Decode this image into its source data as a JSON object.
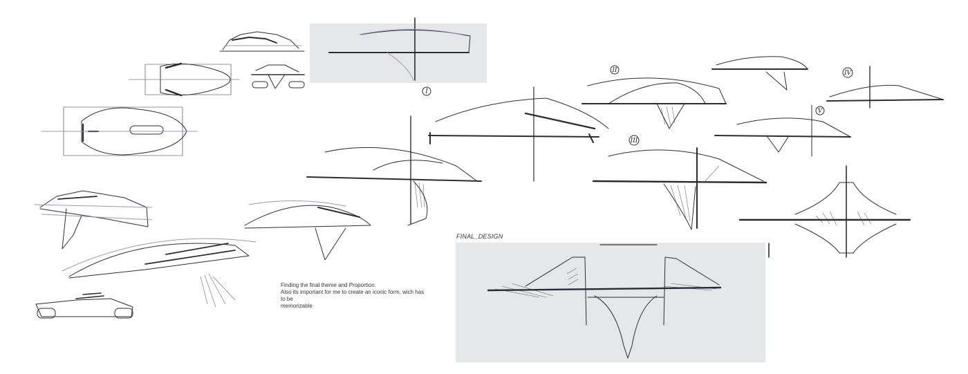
{
  "colors": {
    "background": "#ffffff",
    "panel": "#e6e7e8",
    "ink": "#2b2b33",
    "lilac": "#9b86b8"
  },
  "labels": {
    "final_design": "FINAL_DESIGN"
  },
  "note": {
    "line1": "Finding the final theme and Proportion.",
    "line2": "Also its important for me to create an iconic form, wich has to be",
    "line3": "memorizable"
  },
  "variant_markers": {
    "v1": "I",
    "v2": "II",
    "v3": "III",
    "v4": "IV",
    "v5": "V"
  }
}
